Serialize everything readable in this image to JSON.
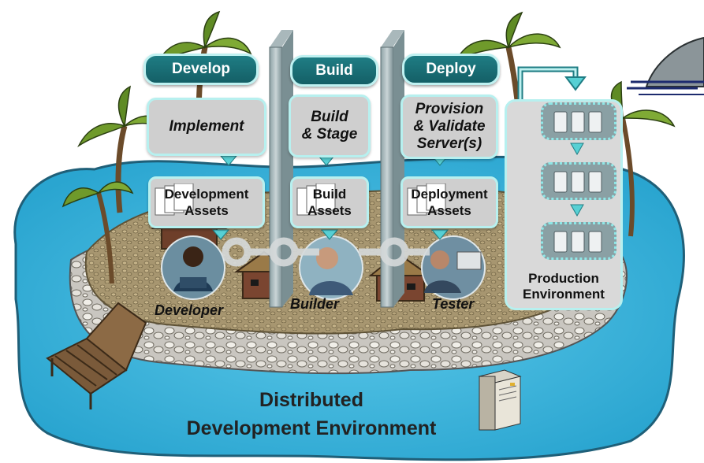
{
  "phases": [
    {
      "header": "Develop",
      "task": "Implement",
      "assets": "Development\nAssets",
      "person": "Developer"
    },
    {
      "header": "Build",
      "task": "Build\n& Stage",
      "assets": "Build\nAssets",
      "person": "Builder"
    },
    {
      "header": "Deploy",
      "task": "Provision\n& Validate\nServer(s)",
      "assets": "Deployment\nAssets",
      "person": "Tester"
    }
  ],
  "production": {
    "label": "Production\nEnvironment",
    "server_groups": 3
  },
  "footer": {
    "title": "Distributed\nDevelopment Environment"
  },
  "colors": {
    "water": "#31b6dd",
    "island_sand": "#9b8a62",
    "header_teal": "#1a6f76",
    "border_aqua": "#b7f0ef",
    "box_gray": "#cfcfcf"
  },
  "icons": [
    "palm-tree-icon",
    "hut-icon",
    "dock-icon",
    "shark-fin-icon",
    "server-tower-icon",
    "document-stack-icon",
    "server-rack-icon"
  ]
}
